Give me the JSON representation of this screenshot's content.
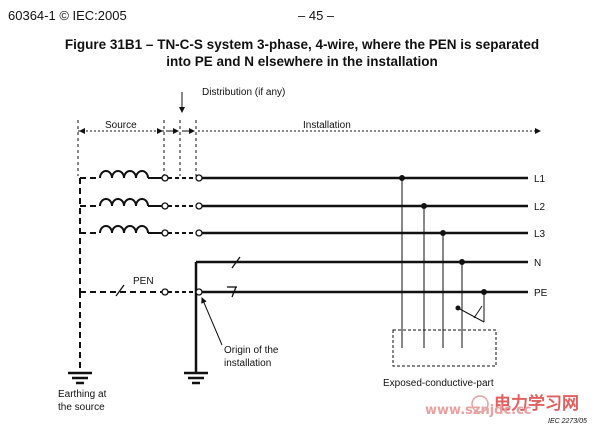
{
  "header": {
    "doc_ref": "60364-1 © IEC:2005",
    "page": "– 45 –"
  },
  "figure": {
    "title_line1": "Figure 31B1 – TN-C-S system 3-phase, 4-wire, where the PEN is separated",
    "title_line2": "into PE and N elsewhere in the installation"
  },
  "labels": {
    "source": "Source",
    "distribution": "Distribution (if any)",
    "installation": "Installation",
    "pen": "PEN",
    "origin_line1": "Origin of the",
    "origin_line2": "installation",
    "earthing_line1": "Earthing at",
    "earthing_line2": "the source",
    "exposed_part": "Exposed-conductive-part",
    "iec_ref": "IEC  2273/05"
  },
  "conductors": [
    "L1",
    "L2",
    "L3",
    "N",
    "PE"
  ],
  "watermark": {
    "cn": "电力学习网",
    "url": "www.sznjdc.cc"
  }
}
